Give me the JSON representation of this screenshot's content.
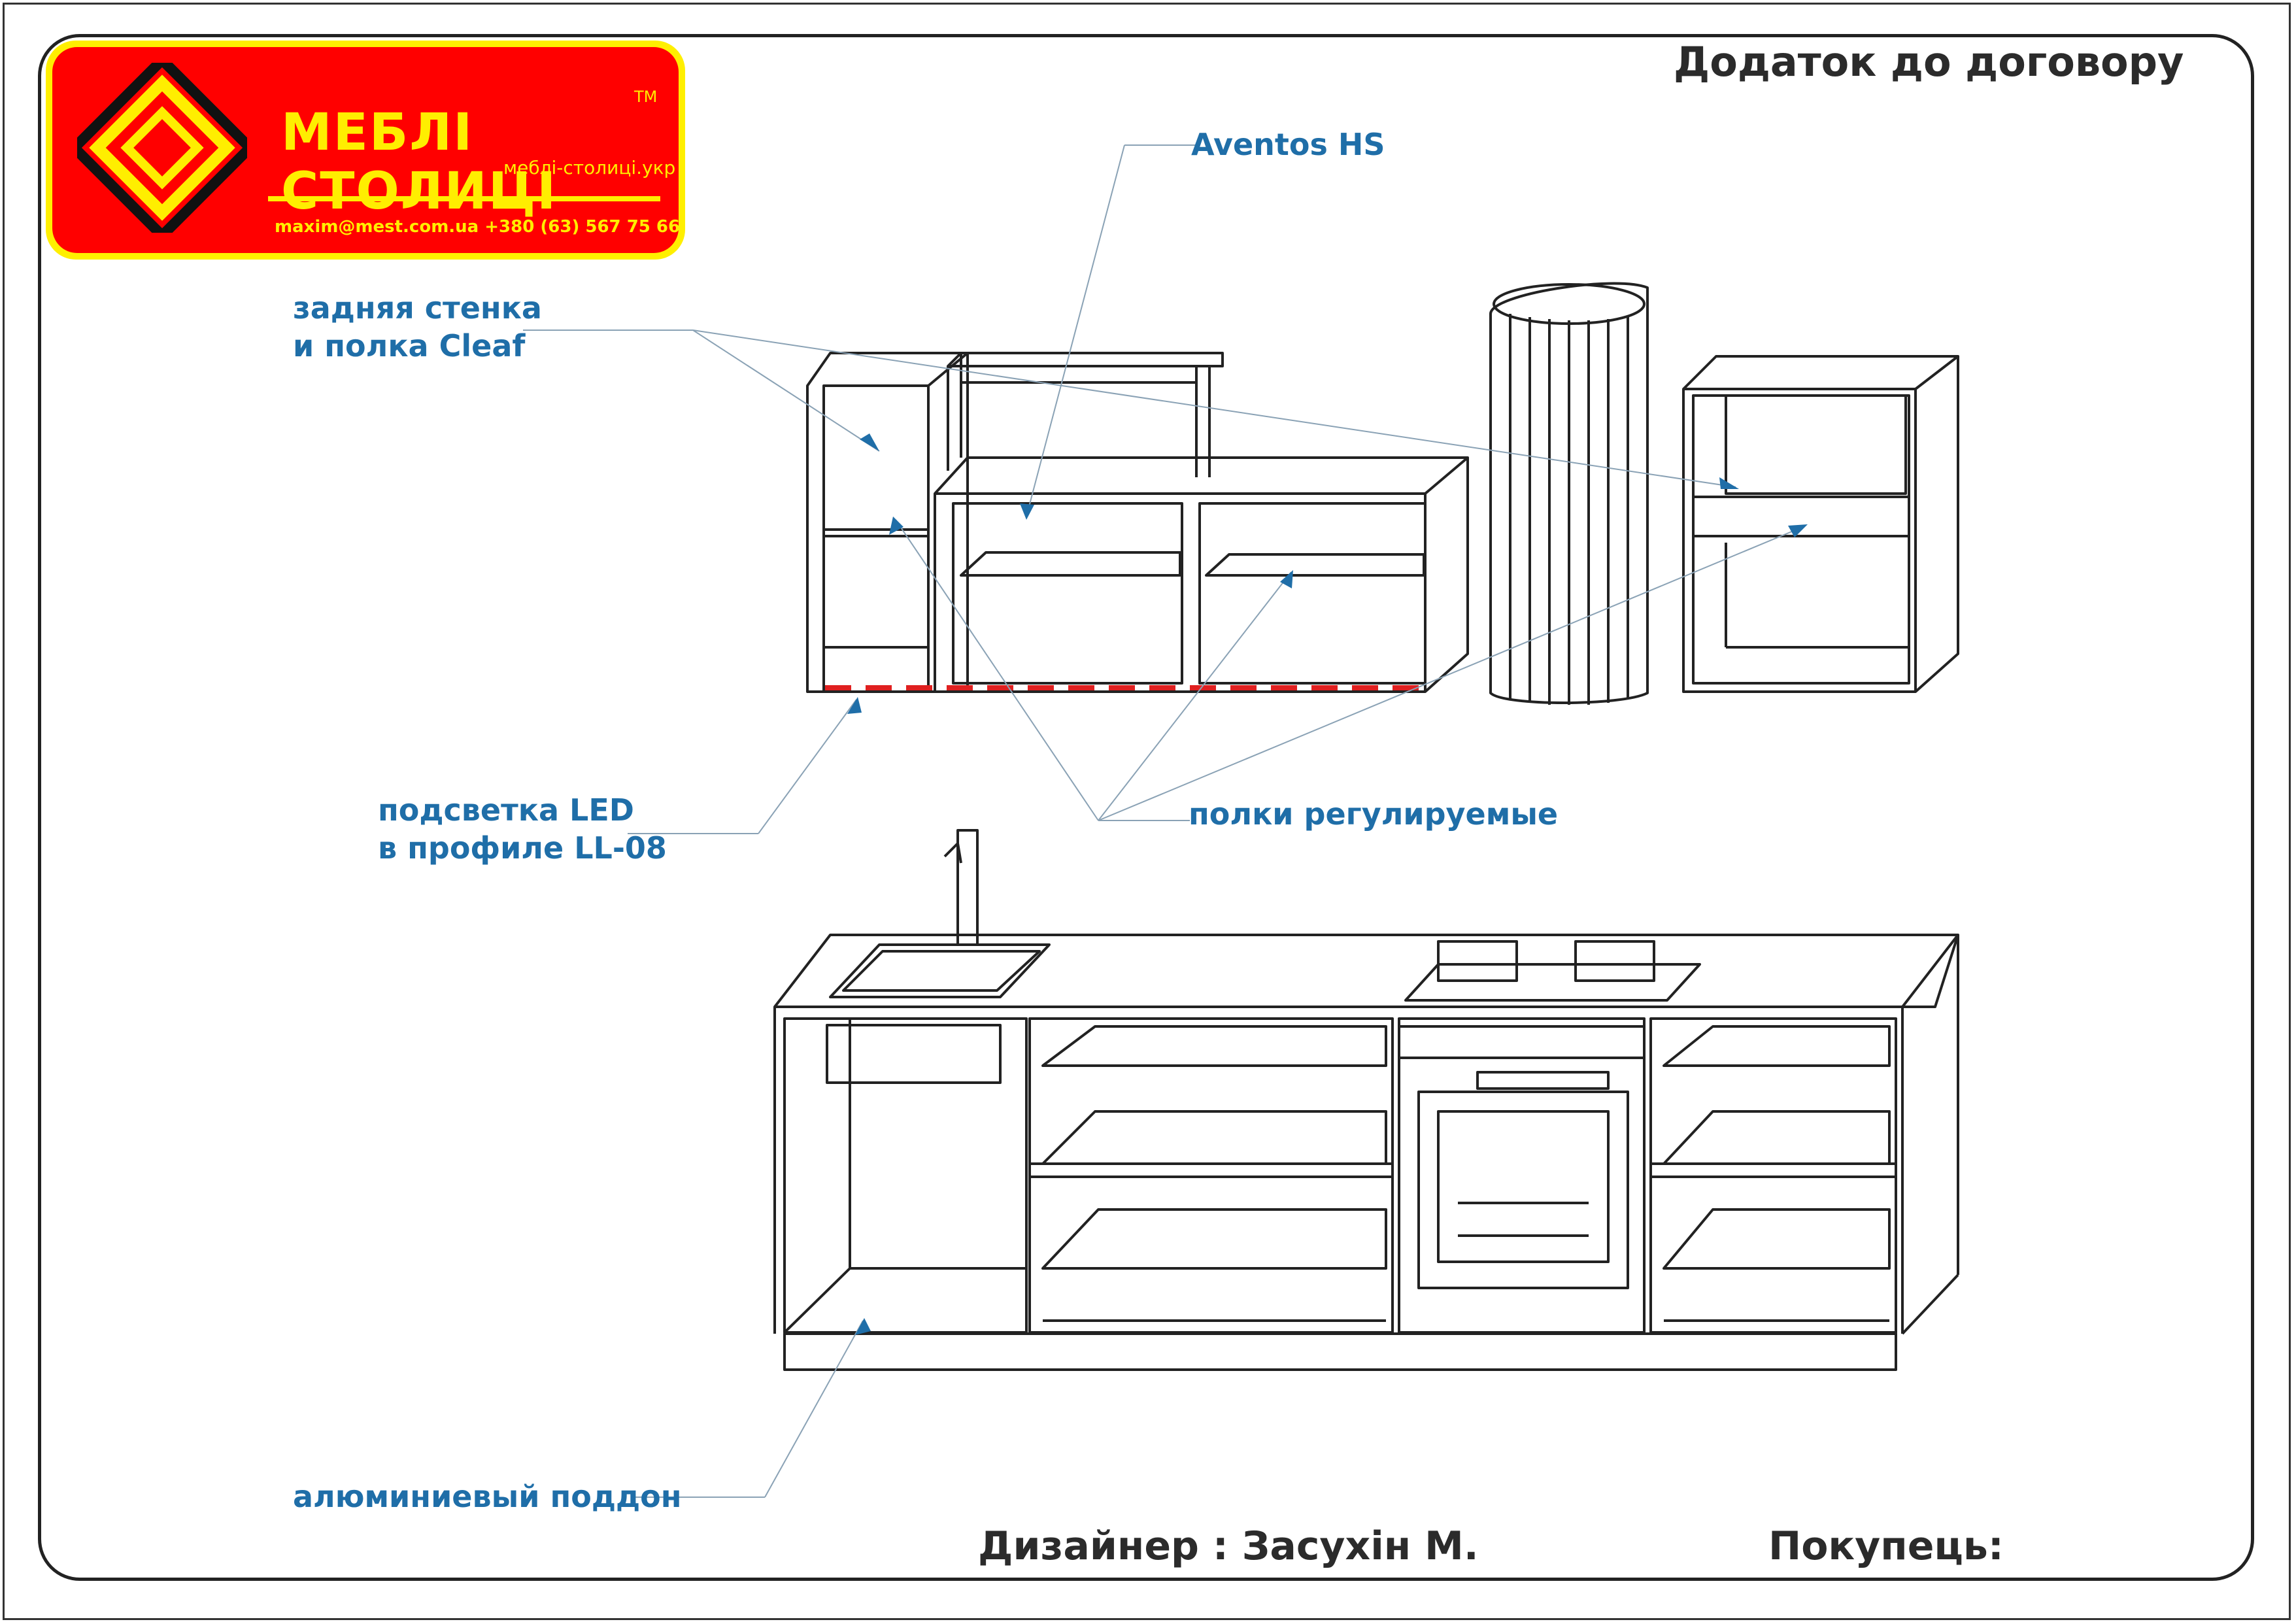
{
  "header": {
    "title": "Додаток до договору"
  },
  "logo": {
    "brand": "МЕБЛІ СТОЛИЦІ",
    "tm": "TM",
    "site": "меблі-столиці.укр",
    "contact": "maxim@mest.com.ua  +380 (63) 567 75 66"
  },
  "labels": {
    "aventos": "Aventos HS",
    "back_wall": "задняя стенка\nи полка Cleaf",
    "led": "подсветка LED\nв профиле LL-08",
    "shelves": "полки регулируемые",
    "tray": "алюминиевый поддон"
  },
  "footer": {
    "designer": "Дизайнер : Засухін М.",
    "buyer": "Покупець:"
  },
  "colors": {
    "label": "#1f6ea8",
    "logo_red": "#ff0000",
    "logo_yellow": "#ffee00",
    "led": "#e02020"
  }
}
